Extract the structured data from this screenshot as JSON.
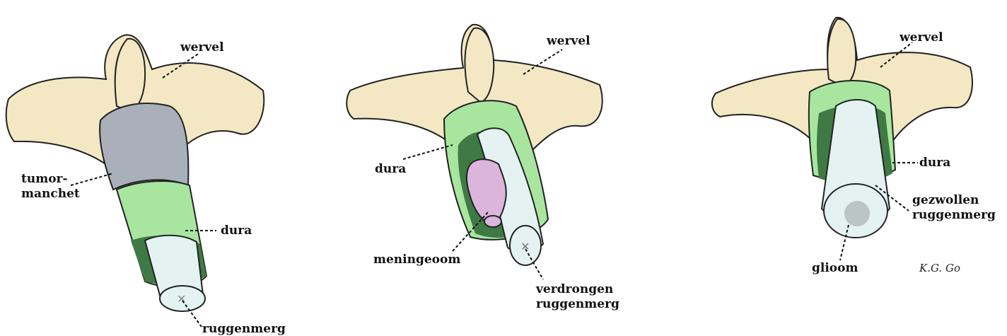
{
  "colors": {
    "bone": "#f3e8c3",
    "dura": "#a8e6a0",
    "dura_inner": "#3f7a45",
    "cord": "#e4f2f2",
    "tumor": "#a9b0ba",
    "meningioma": "#dcb5dc",
    "outline": "#222222"
  },
  "panels": [
    {
      "id": "extradural",
      "labels": {
        "vertebra": "wervel",
        "tumor_line1": "tumor-",
        "tumor_line2": "manchet",
        "dura": "dura",
        "cord": "ruggenmerg"
      }
    },
    {
      "id": "intradural-extramedullary",
      "labels": {
        "vertebra": "wervel",
        "dura": "dura",
        "tumor": "meningeoom",
        "cord_line1": "verdrongen",
        "cord_line2": "ruggenmerg"
      }
    },
    {
      "id": "intramedullary",
      "labels": {
        "vertebra": "wervel",
        "dura": "dura",
        "cord_line1": "gezwollen",
        "cord_line2": "ruggenmerg",
        "tumor": "glioom"
      }
    }
  ],
  "signature": "K.G. Go"
}
